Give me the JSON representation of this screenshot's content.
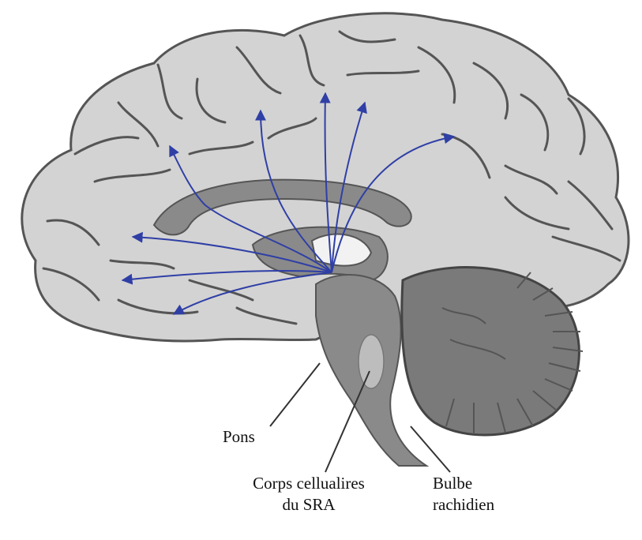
{
  "labels": {
    "pons": "Pons",
    "corps_line1": "Corps cellualires",
    "corps_line2": "du SRA",
    "bulbe_line1": "Bulbe",
    "bulbe_line2": "rachidien"
  },
  "colors": {
    "cortex": "#d3d3d3",
    "sulcus": "#555555",
    "midbrain": "#8a8a8a",
    "cerebellum": "#7a7a7a",
    "ventricle": "#f2f2f2",
    "arrows": "#2f3fa6",
    "leader_lines": "#333333"
  }
}
